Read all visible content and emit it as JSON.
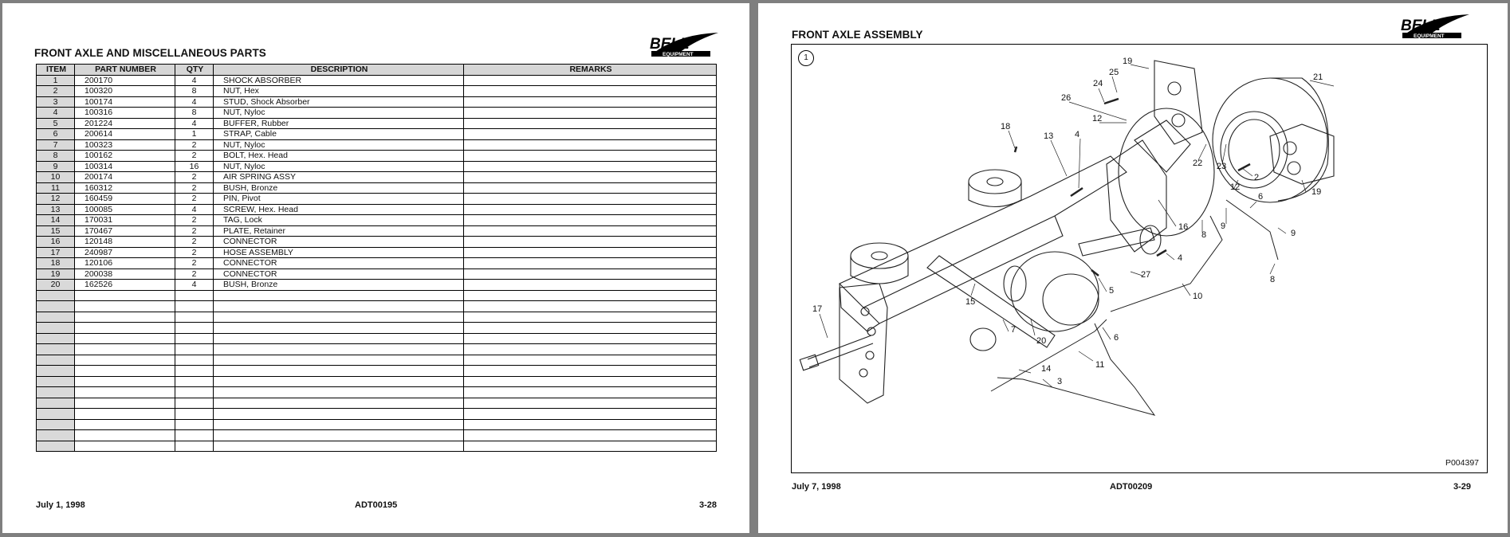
{
  "left_page": {
    "title": "FRONT AXLE AND MISCELLANEOUS PARTS",
    "logo": {
      "brand": "BELL",
      "tagline": "EQUIPMENT"
    },
    "table": {
      "columns": [
        "ITEM",
        "PART NUMBER",
        "QTY",
        "DESCRIPTION",
        "REMARKS"
      ],
      "rows": [
        {
          "item": "1",
          "part_number": "200170",
          "qty": "4",
          "description": "SHOCK ABSORBER",
          "remarks": ""
        },
        {
          "item": "2",
          "part_number": "100320",
          "qty": "8",
          "description": "NUT, Hex",
          "remarks": ""
        },
        {
          "item": "3",
          "part_number": "100174",
          "qty": "4",
          "description": "STUD, Shock Absorber",
          "remarks": ""
        },
        {
          "item": "4",
          "part_number": "100316",
          "qty": "8",
          "description": "NUT, Nyloc",
          "remarks": ""
        },
        {
          "item": "5",
          "part_number": "201224",
          "qty": "4",
          "description": "BUFFER, Rubber",
          "remarks": ""
        },
        {
          "item": "6",
          "part_number": "200614",
          "qty": "1",
          "description": "STRAP, Cable",
          "remarks": ""
        },
        {
          "item": "7",
          "part_number": "100323",
          "qty": "2",
          "description": "NUT, Nyloc",
          "remarks": ""
        },
        {
          "item": "8",
          "part_number": "100162",
          "qty": "2",
          "description": "BOLT, Hex. Head",
          "remarks": ""
        },
        {
          "item": "9",
          "part_number": "100314",
          "qty": "16",
          "description": "NUT, Nyloc",
          "remarks": ""
        },
        {
          "item": "10",
          "part_number": "200174",
          "qty": "2",
          "description": "AIR SPRING ASSY",
          "remarks": ""
        },
        {
          "item": "11",
          "part_number": "160312",
          "qty": "2",
          "description": "BUSH, Bronze",
          "remarks": ""
        },
        {
          "item": "12",
          "part_number": "160459",
          "qty": "2",
          "description": "PIN, Pivot",
          "remarks": ""
        },
        {
          "item": "13",
          "part_number": "100085",
          "qty": "4",
          "description": "SCREW, Hex. Head",
          "remarks": ""
        },
        {
          "item": "14",
          "part_number": "170031",
          "qty": "2",
          "description": "TAG, Lock",
          "remarks": ""
        },
        {
          "item": "15",
          "part_number": "170467",
          "qty": "2",
          "description": "PLATE, Retainer",
          "remarks": ""
        },
        {
          "item": "16",
          "part_number": "120148",
          "qty": "2",
          "description": "CONNECTOR",
          "remarks": ""
        },
        {
          "item": "17",
          "part_number": "240987",
          "qty": "2",
          "description": "HOSE ASSEMBLY",
          "remarks": ""
        },
        {
          "item": "18",
          "part_number": "120106",
          "qty": "2",
          "description": "CONNECTOR",
          "remarks": ""
        },
        {
          "item": "19",
          "part_number": "200038",
          "qty": "2",
          "description": "CONNECTOR",
          "remarks": ""
        },
        {
          "item": "20",
          "part_number": "162526",
          "qty": "4",
          "description": "BUSH, Bronze",
          "remarks": ""
        }
      ],
      "empty_rows": 15
    },
    "footer": {
      "date": "July 1, 1998",
      "doc": "ADT00195",
      "page": "3-28"
    }
  },
  "right_page": {
    "title": "FRONT AXLE ASSEMBLY",
    "logo": {
      "brand": "BELL",
      "tagline": "EQUIPMENT"
    },
    "figure": {
      "number": "1",
      "code": "P004397",
      "callouts": [
        "19",
        "25",
        "24",
        "26",
        "12",
        "18",
        "13",
        "4",
        "21",
        "22",
        "23",
        "2",
        "19",
        "12",
        "16",
        "6",
        "9",
        "9",
        "8",
        "8",
        "4",
        "27",
        "5",
        "10",
        "17",
        "15",
        "7",
        "20",
        "6",
        "11",
        "14",
        "3"
      ]
    },
    "footer": {
      "date": "July 7, 1998",
      "doc": "ADT00209",
      "page": "3-29"
    }
  }
}
